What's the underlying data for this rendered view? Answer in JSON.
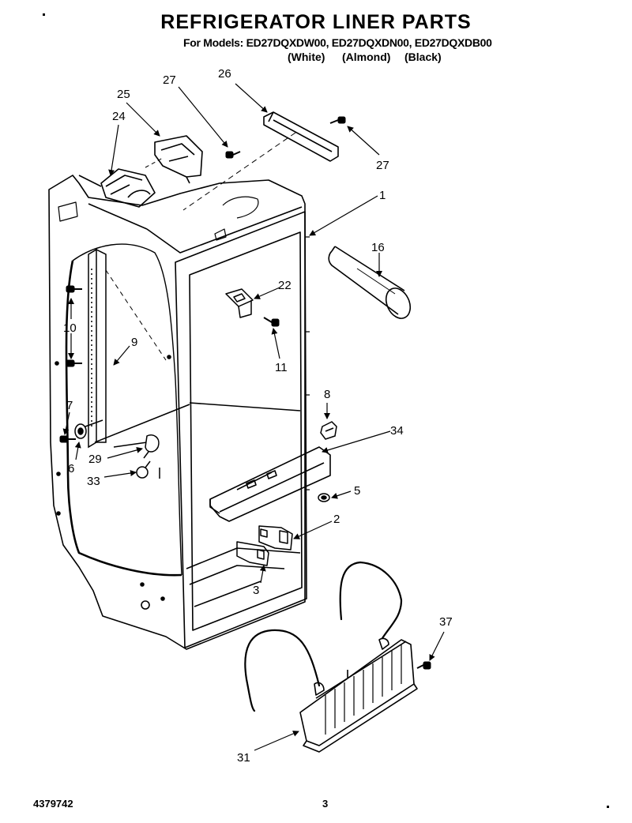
{
  "header": {
    "title": "REFRIGERATOR LINER PARTS",
    "models_line": "For Models: ED27DQXDW00, ED27DQXDN00, ED27DQXDB00",
    "variants": [
      "(White)",
      "(Almond)",
      "(Black)"
    ]
  },
  "callouts": [
    {
      "id": "c25",
      "text": "25"
    },
    {
      "id": "c27a",
      "text": "27"
    },
    {
      "id": "c26",
      "text": "26"
    },
    {
      "id": "c24",
      "text": "24"
    },
    {
      "id": "c27b",
      "text": "27"
    },
    {
      "id": "c1",
      "text": "1"
    },
    {
      "id": "c16",
      "text": "16"
    },
    {
      "id": "c22",
      "text": "22"
    },
    {
      "id": "c10",
      "text": "10"
    },
    {
      "id": "c9",
      "text": "9"
    },
    {
      "id": "c11",
      "text": "11"
    },
    {
      "id": "c8",
      "text": "8"
    },
    {
      "id": "c7",
      "text": "7"
    },
    {
      "id": "c34",
      "text": "34"
    },
    {
      "id": "c29",
      "text": "29"
    },
    {
      "id": "c6",
      "text": "6"
    },
    {
      "id": "c33",
      "text": "33"
    },
    {
      "id": "c5",
      "text": "5"
    },
    {
      "id": "c2",
      "text": "2"
    },
    {
      "id": "c3",
      "text": "3"
    },
    {
      "id": "c37",
      "text": "37"
    },
    {
      "id": "c31",
      "text": "31"
    }
  ],
  "footer": {
    "part_number": "4379742",
    "page": "3"
  }
}
